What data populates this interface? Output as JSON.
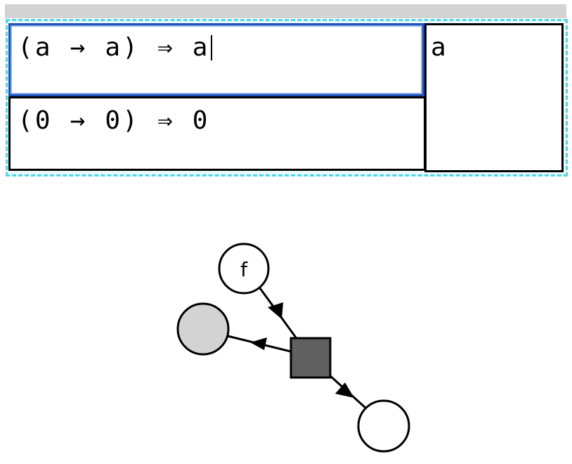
{
  "editor": {
    "rows": [
      {
        "expression": "(a → a) ⇒ a",
        "focused": true
      },
      {
        "expression": "(0 → 0) ⇒ 0",
        "focused": false
      }
    ],
    "result": "a"
  },
  "graph": {
    "nodes": {
      "f": {
        "label": "f",
        "fill": "#ffffff"
      },
      "grey": {
        "label": "",
        "fill": "#d3d3d3"
      },
      "box": {
        "label": "",
        "fill": "#606060"
      },
      "white": {
        "label": "",
        "fill": "#ffffff"
      }
    },
    "edges": [
      {
        "from": "f",
        "to": "box"
      },
      {
        "from": "box",
        "to": "grey"
      },
      {
        "from": "box",
        "to": "white"
      }
    ]
  },
  "colors": {
    "selection_border": "#1f4fb8",
    "frame_dash": "#4fd6e6",
    "top_strip": "#d3d3d3"
  }
}
